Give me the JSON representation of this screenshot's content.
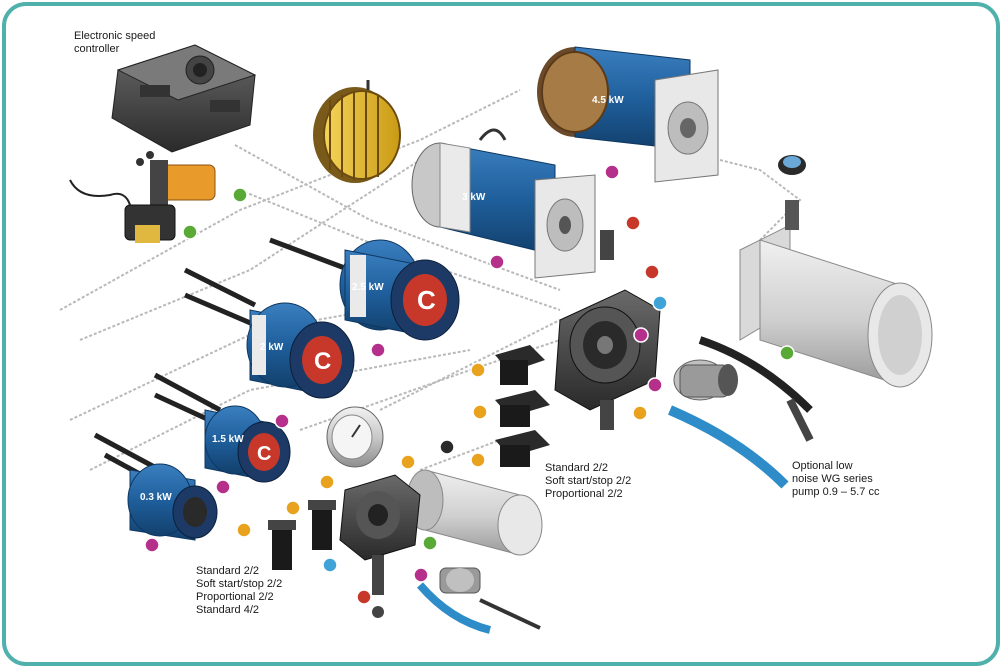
{
  "labels": {
    "esc": [
      "Electronic speed",
      "controller"
    ],
    "valves_right": [
      "Standard 2/2",
      "Soft start/stop 2/2",
      "Proportional 2/2"
    ],
    "valves_left": [
      "Standard 2/2",
      "Soft start/stop 2/2",
      "Proportional 2/2",
      "Standard 4/2"
    ],
    "pump": [
      "Optional low",
      "noise WG series",
      "pump 0.9 – 5.7 cc"
    ]
  },
  "motor_ratings": {
    "top_right": "4.5 kW",
    "middle": "3 kW",
    "row1": "2.5 kW",
    "row2": "2 kW",
    "row3": "1.5 kW",
    "bottom_left": "0.3 kW"
  },
  "colors": {
    "frame": "#4fb0ac",
    "motor_blue": "#1f5f9c",
    "marker_green": "#58a935",
    "marker_purple": "#b5308a",
    "marker_orange": "#e8a21e",
    "marker_blue": "#3fa3d8",
    "marker_red": "#c8382a"
  }
}
